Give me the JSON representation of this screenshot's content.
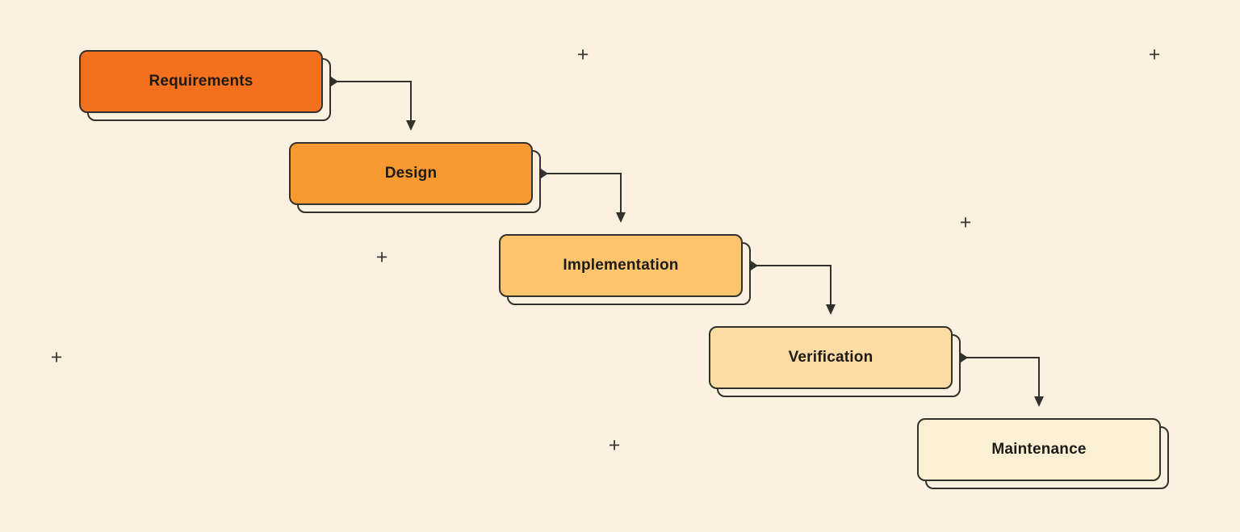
{
  "diagram": {
    "type": "flow-diagram",
    "stages": [
      {
        "label": "Requirements",
        "fill": "#F3701E"
      },
      {
        "label": "Design",
        "fill": "#F99932"
      },
      {
        "label": "Implementation",
        "fill": "#FCC46D"
      },
      {
        "label": "Verification",
        "fill": "#FDDCA3"
      },
      {
        "label": "Maintenance",
        "fill": "#FBF0D3"
      }
    ],
    "connections": [
      {
        "from": "Requirements",
        "to": "Design"
      },
      {
        "from": "Design",
        "to": "Implementation"
      },
      {
        "from": "Implementation",
        "to": "Verification"
      },
      {
        "from": "Verification",
        "to": "Maintenance"
      }
    ],
    "colors": {
      "background": "#FAF1E1",
      "stroke": "#33312B",
      "connector": "#33312B",
      "text": "#1C1B18",
      "plus": "#3A3834"
    },
    "decorations": {
      "plus_glyph": "+",
      "plus_count": 6
    }
  }
}
